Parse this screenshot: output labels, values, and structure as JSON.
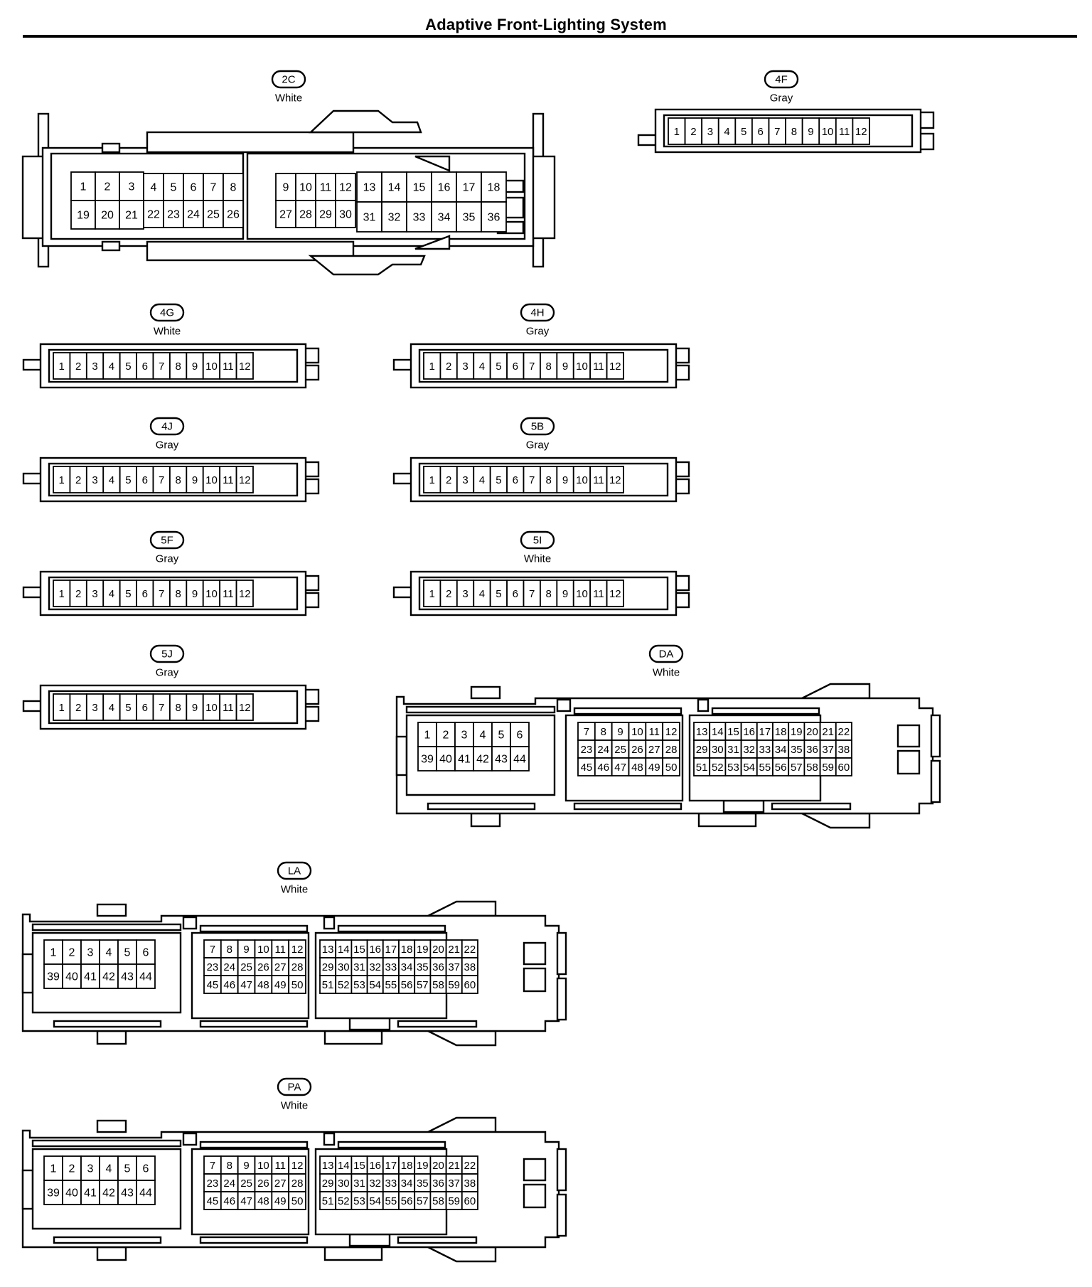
{
  "page": {
    "title": "Adaptive Front-Lighting System"
  },
  "connectors": [
    {
      "id": "2C",
      "color": "White"
    },
    {
      "id": "4F",
      "color": "Gray"
    },
    {
      "id": "4G",
      "color": "White"
    },
    {
      "id": "4H",
      "color": "Gray"
    },
    {
      "id": "4J",
      "color": "Gray"
    },
    {
      "id": "5B",
      "color": "Gray"
    },
    {
      "id": "5F",
      "color": "Gray"
    },
    {
      "id": "5I",
      "color": "White"
    },
    {
      "id": "5J",
      "color": "Gray"
    },
    {
      "id": "DA",
      "color": "White"
    },
    {
      "id": "LA",
      "color": "White"
    },
    {
      "id": "PA",
      "color": "White"
    }
  ],
  "pin_sets": {
    "row12": [
      "1",
      "2",
      "3",
      "4",
      "5",
      "6",
      "7",
      "8",
      "9",
      "10",
      "11",
      "12"
    ],
    "c2_block1_top": [
      "1",
      "2",
      "3"
    ],
    "c2_block1_bottom": [
      "19",
      "20",
      "21"
    ],
    "c2_block2_top": [
      "4",
      "5",
      "6",
      "7",
      "8"
    ],
    "c2_block2_bottom": [
      "22",
      "23",
      "24",
      "25",
      "26"
    ],
    "c2_block3_top": [
      "9",
      "10",
      "11",
      "12"
    ],
    "c2_block3_bottom": [
      "27",
      "28",
      "29",
      "30"
    ],
    "c2_block4_top": [
      "13",
      "14",
      "15",
      "16",
      "17",
      "18"
    ],
    "c2_block4_bottom": [
      "31",
      "32",
      "33",
      "34",
      "35",
      "36"
    ],
    "ecu_left_top": [
      "1",
      "2",
      "3",
      "4",
      "5",
      "6"
    ],
    "ecu_left_bottom": [
      "39",
      "40",
      "41",
      "42",
      "43",
      "44"
    ],
    "ecu_mid_r1": [
      "7",
      "8",
      "9",
      "10",
      "11",
      "12"
    ],
    "ecu_mid_r2": [
      "23",
      "24",
      "25",
      "26",
      "27",
      "28"
    ],
    "ecu_mid_r3": [
      "45",
      "46",
      "47",
      "48",
      "49",
      "50"
    ],
    "ecu_right_r1": [
      "13",
      "14",
      "15",
      "16",
      "17",
      "18",
      "19",
      "20",
      "21",
      "22"
    ],
    "ecu_right_r2": [
      "29",
      "30",
      "31",
      "32",
      "33",
      "34",
      "35",
      "36",
      "37",
      "38"
    ],
    "ecu_right_r3": [
      "51",
      "52",
      "53",
      "54",
      "55",
      "56",
      "57",
      "58",
      "59",
      "60"
    ]
  }
}
